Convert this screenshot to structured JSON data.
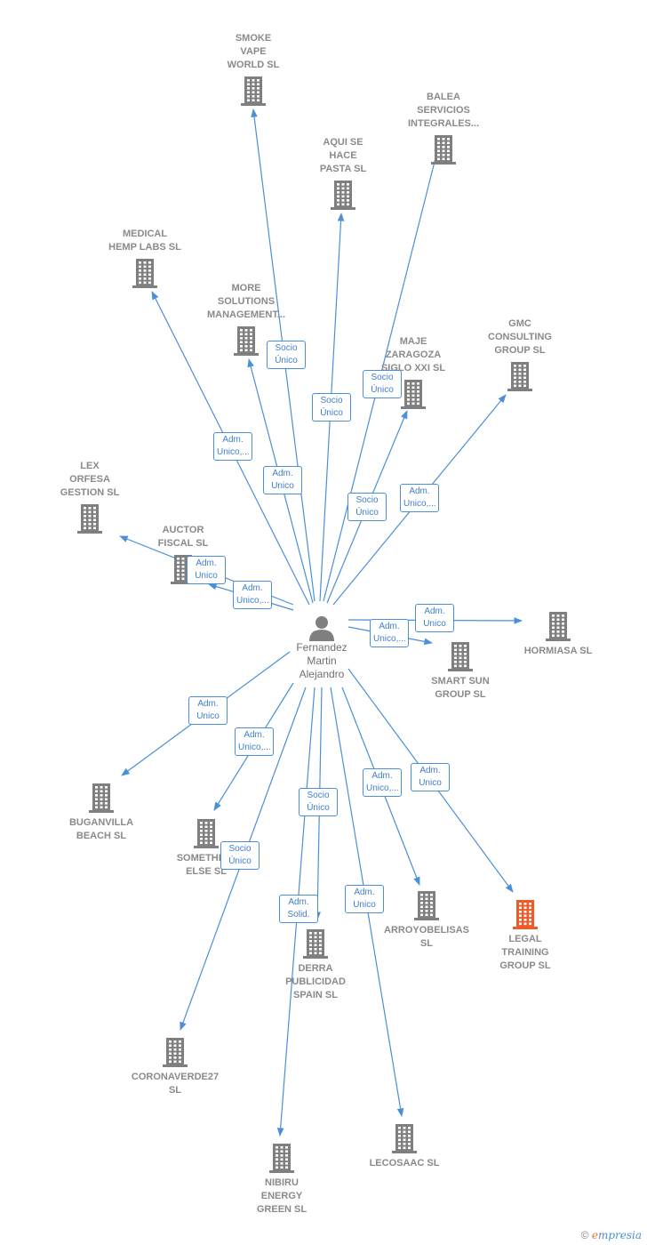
{
  "colors": {
    "edge": "#4a8fd8",
    "building": "#7f7f7f",
    "target_building": "#f05a28",
    "person": "#7f7f7f"
  },
  "center": {
    "name": "Fernandez\nMartin\nAlejandro",
    "icon": "person-icon"
  },
  "nodes": [
    {
      "id": "smoke",
      "label": "SMOKE\nVAPE\nWORLD  SL",
      "icon": "building-icon"
    },
    {
      "id": "balea",
      "label": "BALEA\nSERVICIOS\nINTEGRALES...",
      "icon": "building-icon"
    },
    {
      "id": "aqui",
      "label": "AQUI SE\nHACE\nPASTA  SL",
      "icon": "building-icon"
    },
    {
      "id": "medical",
      "label": "MEDICAL\nHEMP LABS  SL",
      "icon": "building-icon"
    },
    {
      "id": "more",
      "label": "MORE\nSOLUTIONS\nMANAGEMENT...",
      "icon": "building-icon"
    },
    {
      "id": "maje",
      "label": "MAJE\nZARAGOZA\nSIGLO XXI SL",
      "icon": "building-icon"
    },
    {
      "id": "gmc",
      "label": "GMC\nCONSULTING\nGROUP  SL",
      "icon": "building-icon"
    },
    {
      "id": "lex",
      "label": "LEX\nORFESA\nGESTION  SL",
      "icon": "building-icon"
    },
    {
      "id": "auctor",
      "label": "AUCTOR\nFISCAL  SL",
      "icon": "building-icon"
    },
    {
      "id": "hormiasa",
      "label": "HORMIASA  SL",
      "icon": "building-icon"
    },
    {
      "id": "smartsun",
      "label": "SMART SUN\nGROUP  SL",
      "icon": "building-icon"
    },
    {
      "id": "buganvilla",
      "label": "BUGANVILLA\nBEACH  SL",
      "icon": "building-icon"
    },
    {
      "id": "something",
      "label": "SOMETHING\nELSE  SL",
      "icon": "building-icon"
    },
    {
      "id": "derra",
      "label": "DERRA\nPUBLICIDAD\nSPAIN  SL",
      "icon": "building-icon"
    },
    {
      "id": "arroyo",
      "label": "ARROYOBELISAS\nSL",
      "icon": "building-icon"
    },
    {
      "id": "legal",
      "label": "LEGAL\nTRAINING\nGROUP  SL",
      "icon": "building-icon",
      "highlight": true
    },
    {
      "id": "corona",
      "label": "CORONAVERDE27\nSL",
      "icon": "building-icon"
    },
    {
      "id": "nibiru",
      "label": "NIBIRU\nENERGY\nGREEN  SL",
      "icon": "building-icon"
    },
    {
      "id": "lecosaac",
      "label": "LECOSAAC  SL",
      "icon": "building-icon"
    }
  ],
  "edges": [
    {
      "to": "smoke",
      "role": "Socio\nÚnico"
    },
    {
      "to": "aqui",
      "role": "Socio\nÚnico"
    },
    {
      "to": "balea",
      "role": "Socio\nÚnico"
    },
    {
      "to": "medical",
      "role": "Adm.\nUnico,..."
    },
    {
      "to": "more",
      "role": "Adm.\nUnico"
    },
    {
      "to": "maje",
      "role": "Socio\nÚnico"
    },
    {
      "to": "gmc",
      "role": "Adm.\nUnico,..."
    },
    {
      "to": "lex",
      "role": "Adm.\nUnico"
    },
    {
      "to": "auctor",
      "role": "Adm.\nUnico,..."
    },
    {
      "to": "hormiasa",
      "role": "Adm.\nUnico"
    },
    {
      "to": "smartsun",
      "role": "Adm.\nUnico,..."
    },
    {
      "to": "buganvilla",
      "role": "Adm.\nUnico"
    },
    {
      "to": "something",
      "role": "Adm.\nUnico,..."
    },
    {
      "to": "derra",
      "role": "Socio\nÚnico"
    },
    {
      "to": "corona",
      "role": "Socio\nÚnico"
    },
    {
      "to": "nibiru",
      "role": "Adm.\nSolid."
    },
    {
      "to": "lecosaac",
      "role": "Adm.\nUnico"
    },
    {
      "to": "arroyo",
      "role": "Adm.\nUnico,..."
    },
    {
      "to": "legal",
      "role": "Adm.\nUnico"
    }
  ],
  "footer": {
    "copyright": "©",
    "brand_initial": "e",
    "brand_rest": "mpresia"
  }
}
